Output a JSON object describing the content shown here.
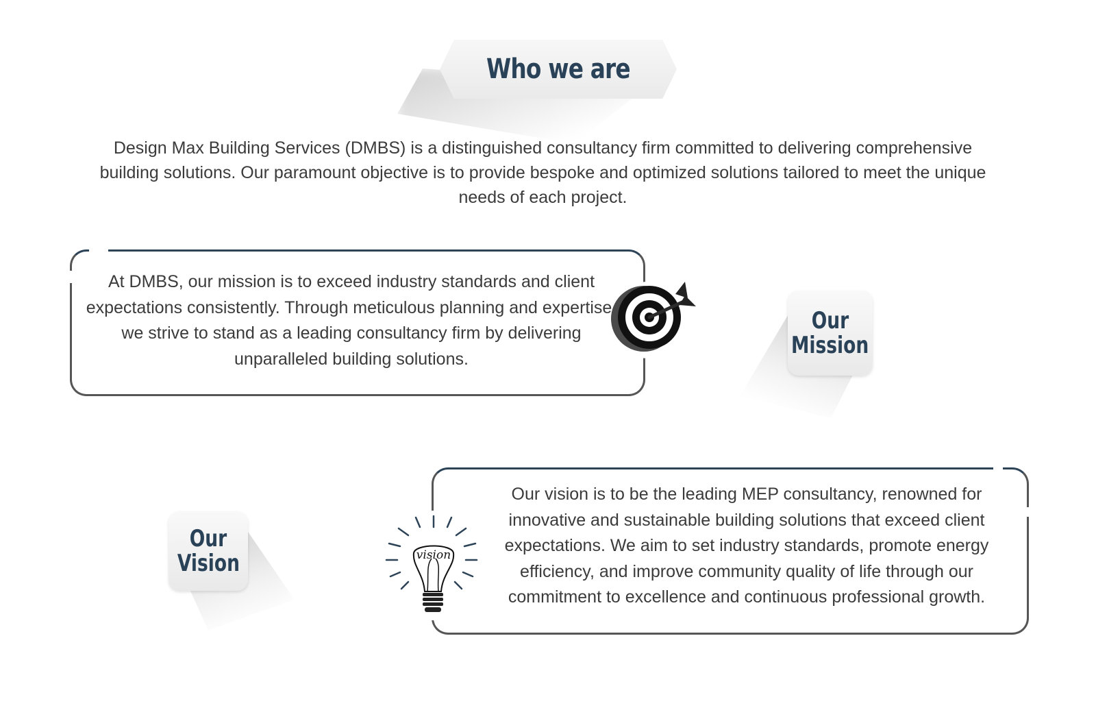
{
  "heading": {
    "title": "Who we are"
  },
  "intro": {
    "text": "Design Max Building Services (DMBS) is a distinguished consultancy firm committed to delivering comprehensive building solutions. Our paramount objective is to provide bespoke and optimized solutions tailored to meet the unique needs of each project."
  },
  "mission": {
    "label_line1": "Our",
    "label_line2": "Mission",
    "text": "At DMBS, our mission is to exceed industry standards and client expectations consistently. Through meticulous planning and expertise, we strive to stand as a leading consultancy firm by delivering unparalleled building solutions.",
    "icon": "target-icon"
  },
  "vision": {
    "label_line1": "Our",
    "label_line2": "Vision",
    "text": "Our vision is to be the leading MEP consultancy, renowned for innovative and sustainable building solutions that exceed client expectations. We aim to set industry standards, promote energy efficiency, and improve community quality of life through our commitment to excellence and continuous professional growth.",
    "icon": "lightbulb-icon",
    "bulb_word": "vision"
  },
  "colors": {
    "accent": "#2a4258",
    "text": "#3b3b3b",
    "border": "#565656"
  }
}
